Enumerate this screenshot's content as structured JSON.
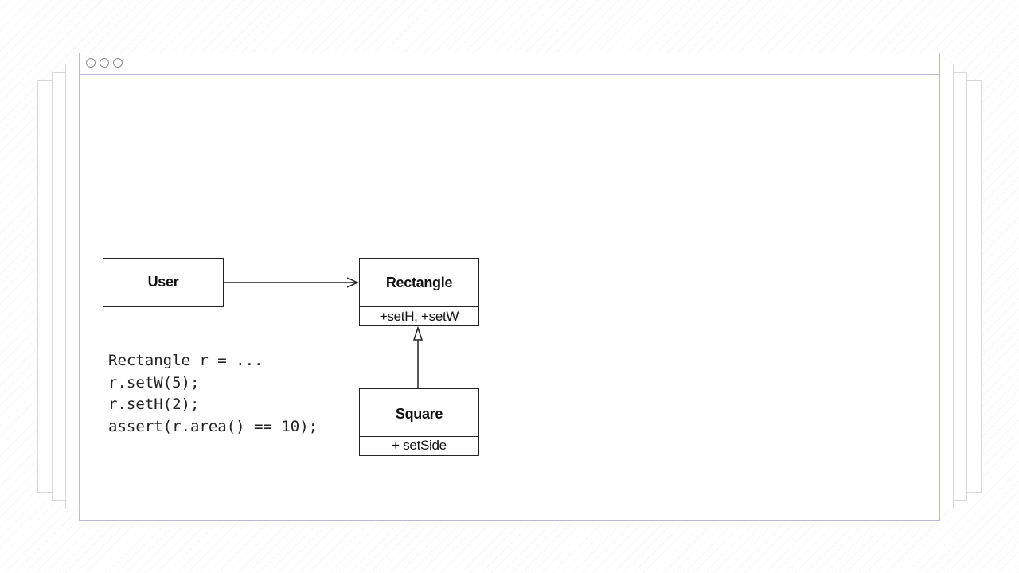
{
  "window": {
    "controls": [
      "circle-button",
      "circle-button",
      "circle-button"
    ]
  },
  "diagram": {
    "classes": {
      "user": {
        "name": "User"
      },
      "rectangle": {
        "name": "Rectangle",
        "operations": "+setH, +setW"
      },
      "square": {
        "name": "Square",
        "operations": "+ setSide"
      }
    },
    "relations": [
      {
        "from": "User",
        "to": "Rectangle",
        "kind": "association"
      },
      {
        "from": "Square",
        "to": "Rectangle",
        "kind": "generalization"
      }
    ],
    "code": [
      "Rectangle r = ...",
      "r.setW(5);",
      "r.setH(2);",
      "assert(r.area() == 10);"
    ]
  }
}
